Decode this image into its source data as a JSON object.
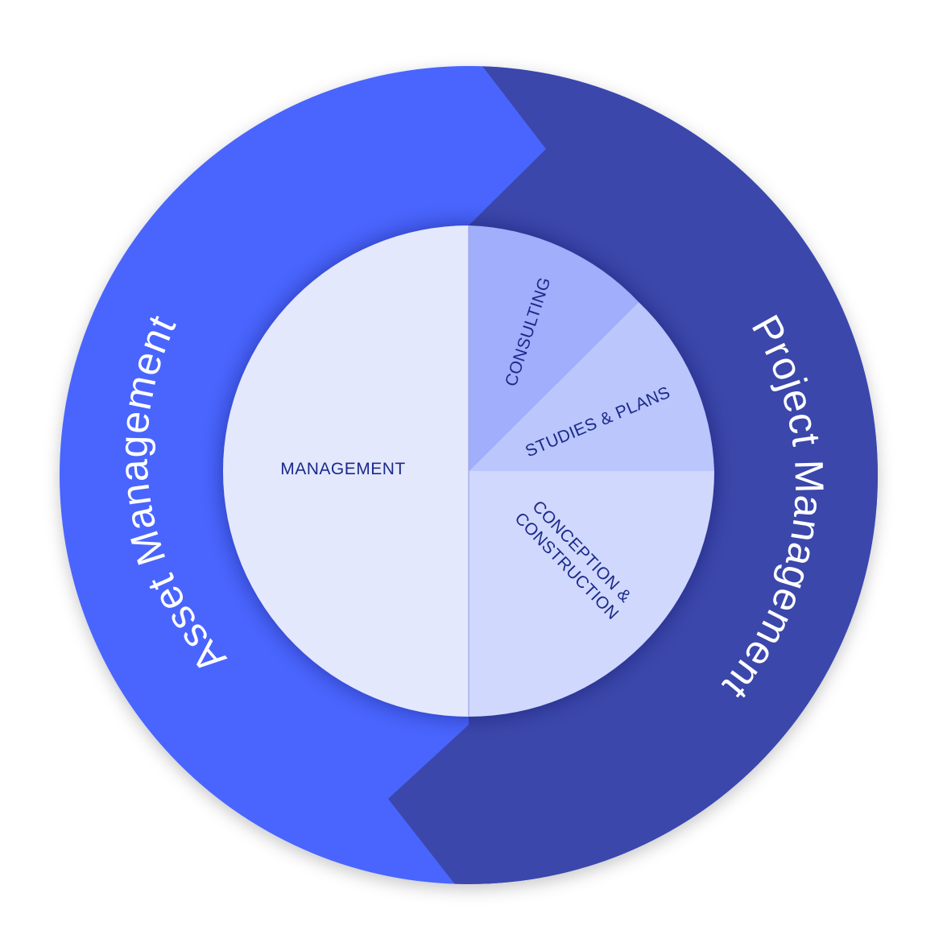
{
  "colors": {
    "asset_ring": "#4965fe",
    "project_ring": "#3a46ab",
    "ring_text": "#ffffff",
    "inner_text": "#1b2a8a",
    "management": "#e4e8fd",
    "consulting": "#a0aefb",
    "studies": "#bac6fc",
    "conception": "#d0d8fd"
  },
  "outer_ring": {
    "asset": {
      "label": "Asset Management"
    },
    "project": {
      "label": "Project Management"
    }
  },
  "inner_pie": {
    "management": {
      "label": "MANAGEMENT"
    },
    "consulting": {
      "label": "CONSULTING"
    },
    "studies": {
      "label": "STUDIES & PLANS"
    },
    "conception": {
      "line1": "CONCEPTION &",
      "line2": "CONSTRUCTION"
    }
  }
}
